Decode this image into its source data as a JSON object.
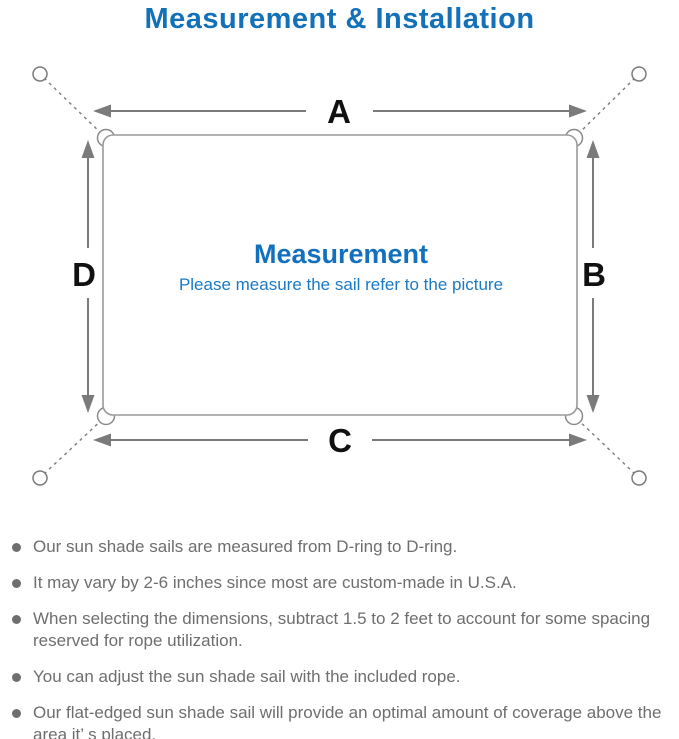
{
  "page": {
    "title": "Measurement & Installation"
  },
  "diagram": {
    "center_title": "Measurement",
    "center_subtitle": "Please measure the sail refer to the picture",
    "labels": {
      "top": "A",
      "right": "B",
      "bottom": "C",
      "left": "D"
    },
    "colors": {
      "title_blue": "#1371b8",
      "center_blue": "#1270bd",
      "subtitle_blue": "#1b7ac5",
      "line_gray": "#7b7b7b",
      "outline_gray": "#9a9a9a",
      "label_black": "#111111",
      "note_gray": "#6e6e6e"
    }
  },
  "notes": {
    "items": [
      "Our sun shade sails are measured from D-ring to D-ring.",
      "It may vary by 2-6 inches since most are custom-made in U.S.A.",
      "When selecting the dimensions, subtract 1.5 to 2 feet to account for some spacing reserved for rope utilization.",
      "You can adjust the sun shade sail with the included rope.",
      "Our flat-edged sun shade sail will provide an optimal amount of coverage above the area it’ s placed."
    ]
  }
}
